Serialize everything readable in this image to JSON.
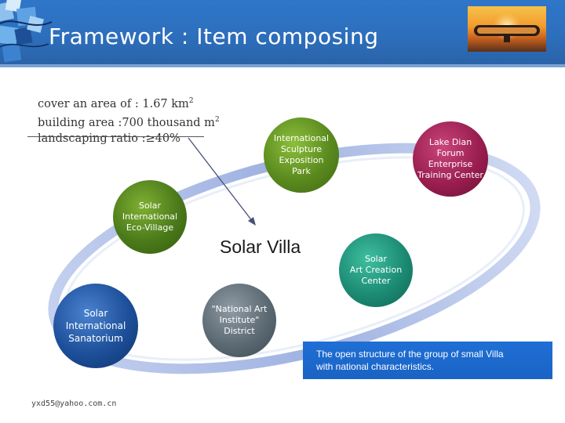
{
  "slide": {
    "title": "Framework : Item composing"
  },
  "site_stats": [
    {
      "text": "cover an area of : 1.67 km",
      "sup": "2"
    },
    {
      "text": "building area :700 thousand m",
      "sup": "2"
    },
    {
      "text": "landscaping ratio :≥40%",
      "sup": ""
    }
  ],
  "center": {
    "label": "Solar Villa"
  },
  "nodes": {
    "sculpture": {
      "lines": [
        "International",
        "Sculpture",
        "Exposition",
        "Park"
      ],
      "color": "#5a8a1e"
    },
    "lake": {
      "lines": [
        "Lake Dian",
        "Forum",
        "Enterprise",
        "Training Center"
      ],
      "color": "#9a1e50"
    },
    "eco_village": {
      "lines": [
        "Solar",
        "International",
        "Eco-Village"
      ],
      "color": "#4b7a1a"
    },
    "art_creation": {
      "lines": [
        "Solar",
        "Art Creation",
        "Center"
      ],
      "color": "#1c8b74"
    },
    "national_art": {
      "lines": [
        "\"National Art",
        "Institute\"",
        "District"
      ],
      "color": "#5c6a74"
    },
    "sanatorium": {
      "lines": [
        "Solar",
        "International",
        "Sanatorium"
      ],
      "color": "#1d4f9a"
    }
  },
  "callout": {
    "lines": [
      "The open structure of the group of small Villa",
      "with national characteristics."
    ]
  },
  "footer": {
    "email": "yxd55@yahoo.com.cn"
  }
}
